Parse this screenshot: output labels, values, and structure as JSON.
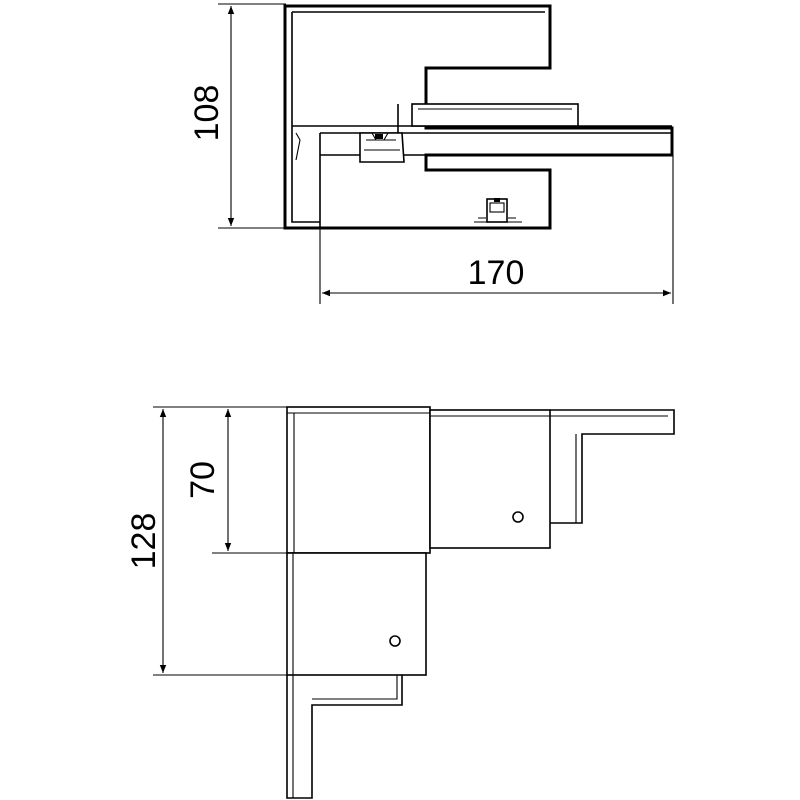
{
  "top_view": {
    "dim_height": "108",
    "dim_width": "170"
  },
  "bottom_view": {
    "dim_total_height": "128",
    "dim_inner_height": "70"
  },
  "colors": {
    "line": "#000000",
    "background": "#ffffff"
  }
}
